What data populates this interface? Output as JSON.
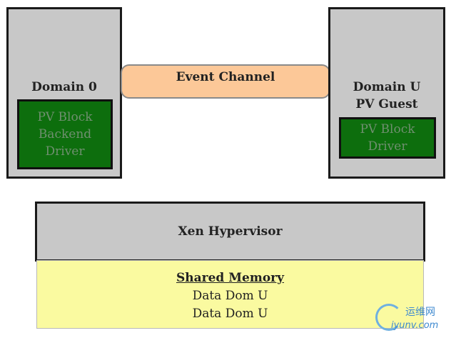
{
  "domain0": {
    "title": "Domain 0",
    "driver": "PV Block\nBackend\nDriver"
  },
  "event_channel": {
    "label": "Event Channel"
  },
  "domainU": {
    "title_line1": "Domain U",
    "title_line2": "PV Guest",
    "driver": "PV Block\nDriver"
  },
  "hypervisor": {
    "label": "Xen Hypervisor"
  },
  "shared_memory": {
    "title": "Shared Memory",
    "lines": [
      "Data Dom U",
      "Data Dom U"
    ]
  },
  "watermark": {
    "cn": "运维网",
    "url": "iyunv.com"
  },
  "colors": {
    "domain_fill": "#c8c8c8",
    "driver_fill": "#0d6e0d",
    "channel_fill": "#fcc898",
    "shared_fill": "#fafaa0"
  }
}
